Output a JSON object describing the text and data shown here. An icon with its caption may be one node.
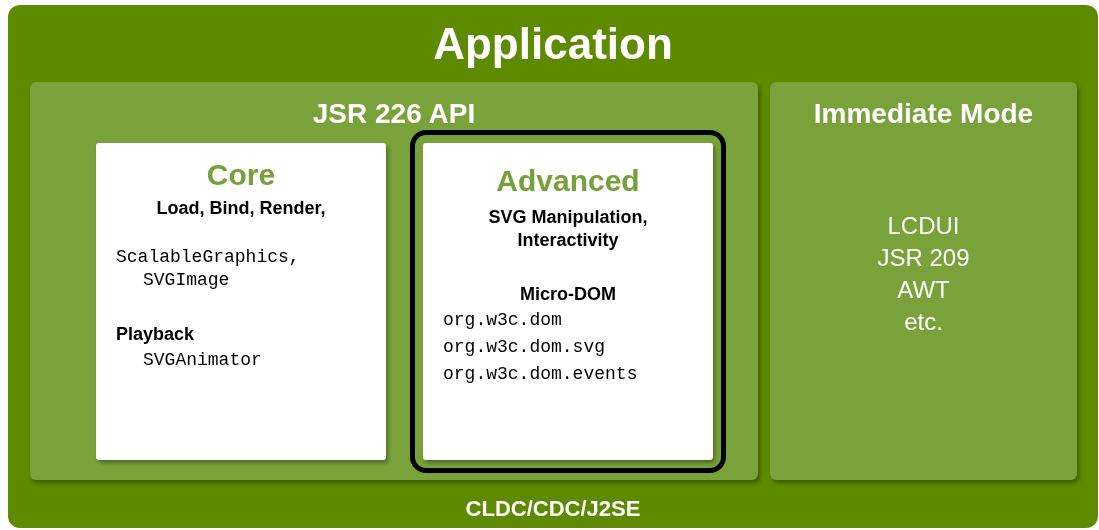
{
  "diagram": {
    "nodes": [
      {
        "text": [
          "Application",
          "CLDC/CDC/J2SE"
        ]
      },
      {
        "text": [
          "JSR 226 API"
        ],
        "in": 0
      },
      {
        "text": [
          "Core",
          "Load, Bind, Render,",
          "ScalableGraphics, SVGImage",
          "Playback",
          "SVGAnimator"
        ],
        "in": 1
      },
      {
        "text": [
          "Advanced",
          "SVG Manipulation, Interactivity",
          "Micro-DOM",
          "org.w3c.dom",
          "org.w3c.dom.svg",
          "org.w3c.dom.events"
        ],
        "in": 1
      },
      {
        "text": [
          "Immediate Mode",
          "LCDUI",
          "JSR 209",
          "AWT",
          "etc."
        ],
        "in": 0
      }
    ]
  }
}
